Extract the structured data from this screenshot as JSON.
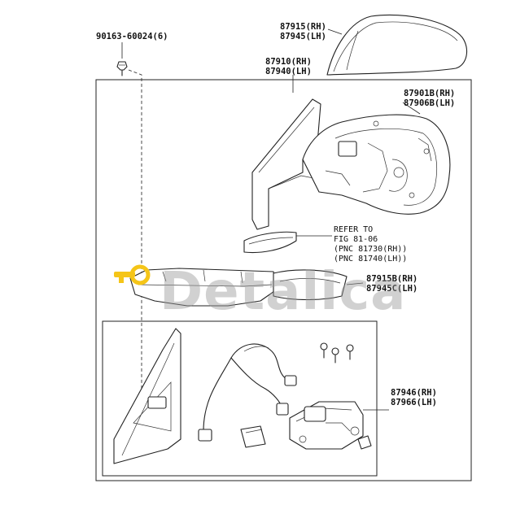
{
  "diagram": {
    "callouts": [
      {
        "id": "bolt",
        "lines": [
          "90163-60024(6)"
        ]
      },
      {
        "id": "cover",
        "lines": [
          "87915(RH)",
          "87945(LH)"
        ]
      },
      {
        "id": "assy",
        "lines": [
          "87910(RH)",
          "87940(LH)"
        ]
      },
      {
        "id": "housing",
        "lines": [
          "87901B(RH)",
          "87906B(LH)"
        ]
      },
      {
        "id": "garnish",
        "lines": [
          "87915B(RH)",
          "87945C(LH)"
        ]
      },
      {
        "id": "motor",
        "lines": [
          "87946(RH)",
          "87966(LH)"
        ]
      }
    ],
    "reference_note": [
      "REFER TO",
      "FIG 81-06",
      "(PNC 81730(RH))",
      "(PNC 81740(LH))"
    ]
  },
  "watermark": {
    "text": "Detalica",
    "logo": "key-logo-icon",
    "color": "#f5c518"
  }
}
